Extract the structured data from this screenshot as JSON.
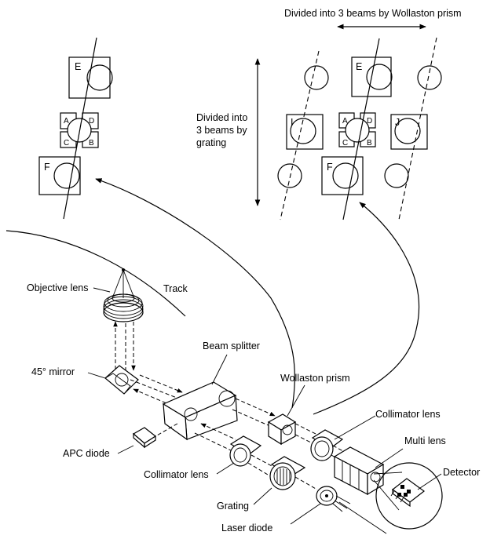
{
  "labels": {
    "wollaston_divide": "Divided into 3 beams by Wollaston prism",
    "grating_divide_1": "Divided into",
    "grating_divide_2": "3 beams by",
    "grating_divide_3": "grating",
    "objective_lens": "Objective lens",
    "track": "Track",
    "mirror_45": "45° mirror",
    "beam_splitter": "Beam splitter",
    "wollaston_prism": "Wollaston prism",
    "collimator_lens_right": "Collimator lens",
    "multi_lens": "Multi lens",
    "detector": "Detector",
    "apc_diode": "APC diode",
    "collimator_lens_left": "Collimator lens",
    "grating": "Grating",
    "laser_diode": "Laser diode"
  },
  "spot_letters": {
    "e": "E",
    "f": "F",
    "a": "A",
    "b": "B",
    "c": "C",
    "d": "D",
    "i": "I",
    "j": "J"
  }
}
